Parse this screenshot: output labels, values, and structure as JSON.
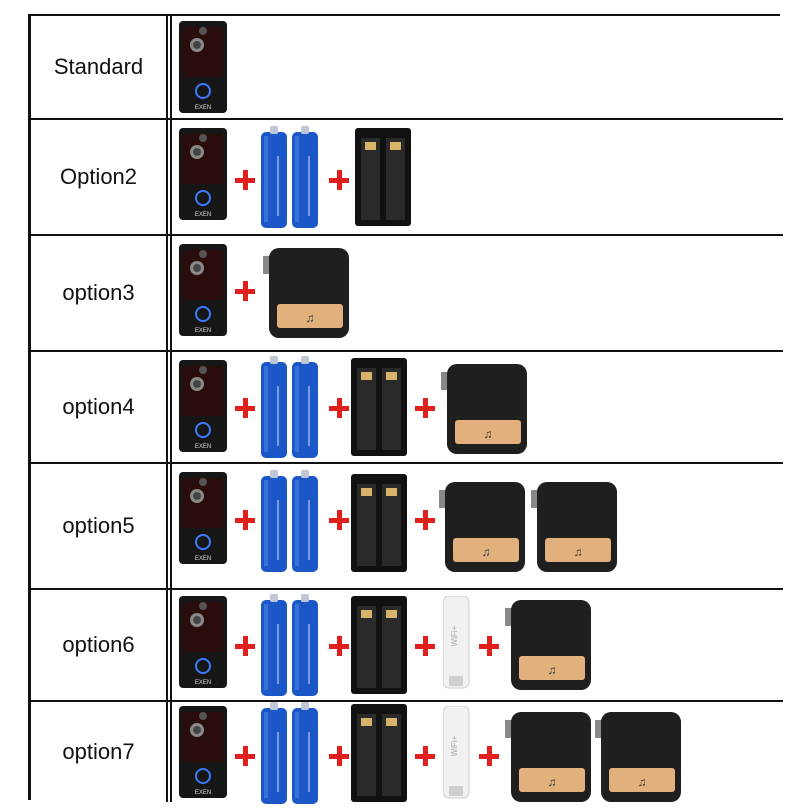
{
  "rows": [
    {
      "label": "Standard"
    },
    {
      "label": "Option2"
    },
    {
      "label": "option3"
    },
    {
      "label": "option4"
    },
    {
      "label": "option5"
    },
    {
      "label": "option6"
    },
    {
      "label": "option7"
    }
  ],
  "doorbell": {
    "brand": "EXEN"
  },
  "extender": {
    "text": "WiFi+"
  },
  "chime": {
    "note": "♫"
  },
  "colors": {
    "plus": "#e0201c",
    "battery": "#1c57c8",
    "chime_strip": "#e2b07c",
    "device": "#151515"
  }
}
